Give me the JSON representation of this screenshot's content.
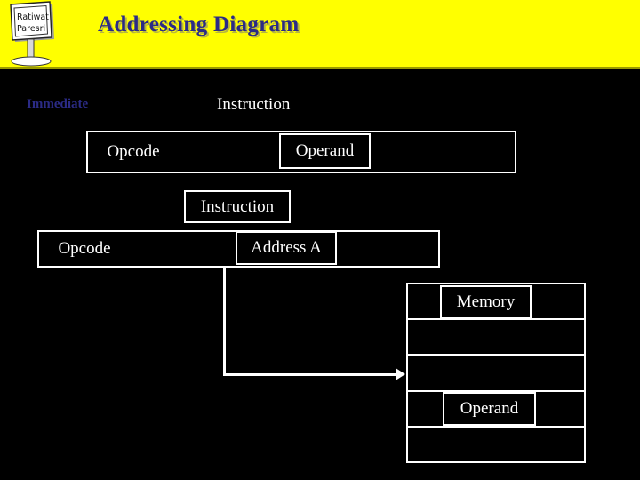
{
  "header": {
    "title": "Addressing Diagram",
    "background_color": "#ffff00",
    "title_color": "#2b2b86",
    "logo": {
      "name": "sign-logo",
      "line1": "Ratiwat",
      "line2": "Paresri"
    }
  },
  "slide": {
    "background_color": "#000000",
    "text_color": "#ffffff"
  },
  "diagram": {
    "mode_label_immediate": "Immediate",
    "caption_instruction_1": "Instruction",
    "caption_instruction_2": "Instruction",
    "row_immediate": {
      "opcode": "Opcode",
      "operand": "Operand"
    },
    "row_direct": {
      "opcode": "Opcode",
      "address": "Address A"
    },
    "memory": {
      "title": "Memory",
      "operand": "Operand",
      "row_count": 5
    }
  }
}
